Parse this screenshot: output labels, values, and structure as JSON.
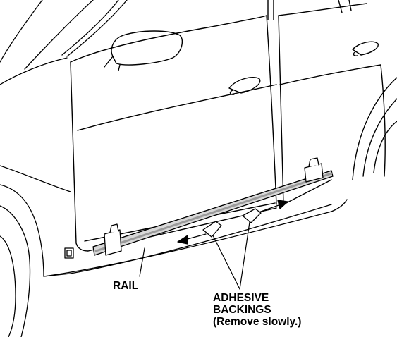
{
  "labels": {
    "rail": "RAIL",
    "adhesive_line1": "ADHESIVE",
    "adhesive_line2": "BACKINGS",
    "adhesive_line3": "(Remove slowly.)"
  },
  "colors": {
    "ink": "#000000",
    "paper": "#ffffff",
    "rail_shade": "#9a9a9a"
  },
  "icons": [
    "car-body-outline",
    "side-mirror",
    "door-handle",
    "mounting-clip",
    "adhesive-tab",
    "direction-arrow"
  ]
}
